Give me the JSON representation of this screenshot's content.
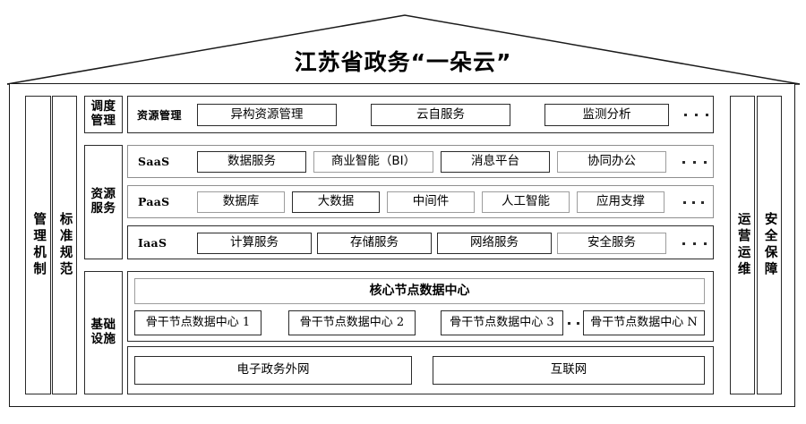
{
  "title": "江苏省政务“一朵云”",
  "pillars": {
    "left": [
      {
        "name": "management-mechanism",
        "label": "管理机制"
      },
      {
        "name": "standards-norms",
        "label": "标准规范"
      }
    ],
    "right": [
      {
        "name": "operations-maintenance",
        "label": "运营运维"
      },
      {
        "name": "security-assurance",
        "label": "安全保障"
      }
    ]
  },
  "sections": {
    "scheduling": {
      "label": "调度管理",
      "tier_label": "资源管理",
      "items": [
        "异构资源管理",
        "云自服务",
        "监测分析"
      ],
      "ellipsis": "..."
    },
    "resource_services": {
      "label": "资源服务",
      "tiers": [
        {
          "name": "saas",
          "label": "SaaS",
          "items": [
            "数据服务",
            "商业智能（BI）",
            "消息平台",
            "协同办公"
          ],
          "ellipsis": "..."
        },
        {
          "name": "paas",
          "label": "PaaS",
          "items": [
            "数据库",
            "大数据",
            "中间件",
            "人工智能",
            "应用支撑"
          ],
          "ellipsis": "..."
        },
        {
          "name": "iaas",
          "label": "IaaS",
          "items": [
            "计算服务",
            "存储服务",
            "网络服务",
            "安全服务"
          ],
          "ellipsis": "..."
        }
      ]
    },
    "infrastructure": {
      "label": "基础设施",
      "core_node": "核心节点数据中心",
      "backbone_nodes": [
        "骨干节点数据中心 1",
        "骨干节点数据中心 2",
        "骨干节点数据中心 3",
        "骨干节点数据中心 N"
      ],
      "backbone_ellipsis": "...",
      "networks": [
        "电子政务外网",
        "互联网"
      ]
    }
  }
}
